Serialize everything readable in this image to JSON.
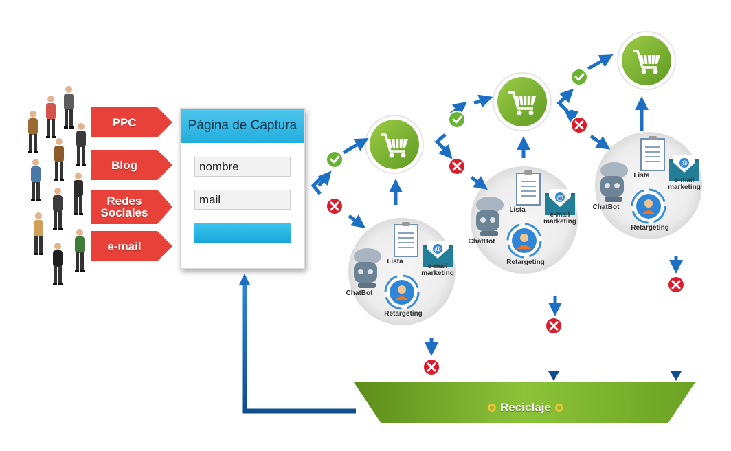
{
  "sources": [
    {
      "label": "PPC"
    },
    {
      "label": "Blog"
    },
    {
      "label": "Redes\nSociales"
    },
    {
      "label": "e-mail"
    }
  ],
  "capture_page": {
    "title": "Página de Captura",
    "name_placeholder": "nombre",
    "mail_placeholder": "mail"
  },
  "funnel_labels": {
    "list": "Lista",
    "email": "e-mail\nmarketing",
    "chatbot": "ChatBot",
    "retargeting": "Retargeting"
  },
  "recycle": {
    "label": "Reciclaje"
  },
  "colors": {
    "tag_red": "#e8413a",
    "cart_green": "#7bb32e",
    "header_blue": "#2fb6e3",
    "arrow_blue": "#1d6fc4",
    "reject_red": "#d81e2c",
    "accept_green": "#69b233",
    "recycle_green": "#7cb52c"
  }
}
